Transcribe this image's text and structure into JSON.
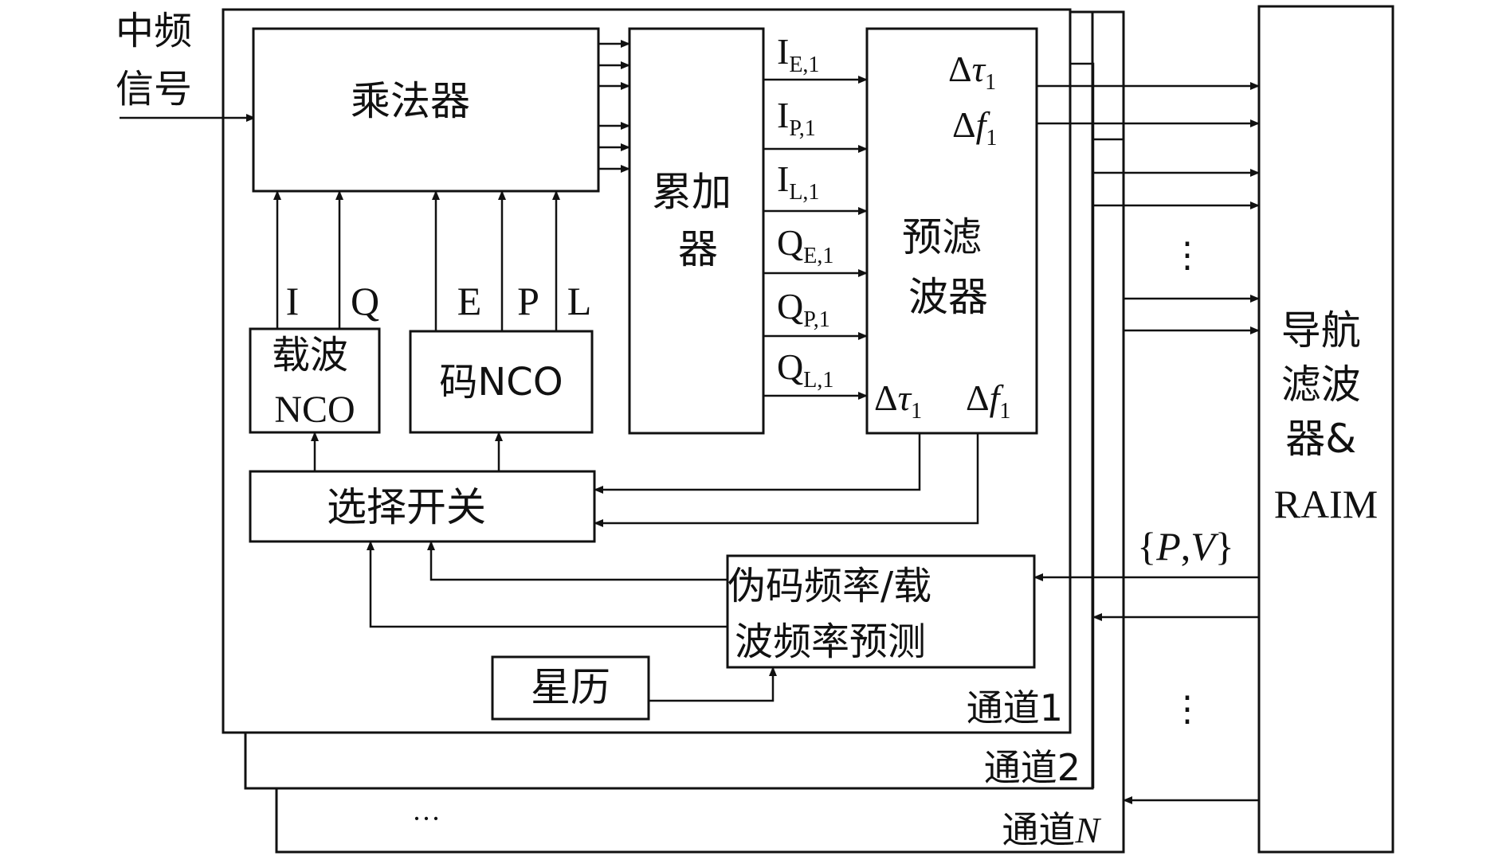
{
  "input_label": {
    "line1": "中频",
    "line2": "信号"
  },
  "channels": {
    "ch1": "通道1",
    "ch2": "通道2",
    "chN_prefix": "通道",
    "chN_var": "N",
    "more": "···"
  },
  "blocks": {
    "multiplier": "乘法器",
    "accumulator": {
      "line1": "累加",
      "line2": "器"
    },
    "prefilter": {
      "line1": "预滤",
      "line2": "波器"
    },
    "carrier_nco": {
      "line1": "载波",
      "line2": "NCO"
    },
    "code_nco": "码NCO",
    "selector": "选择开关",
    "predictor": {
      "line1": "伪码频率/载",
      "line2": "波频率预测"
    },
    "ephemeris": "星历",
    "nav_filter": {
      "line1": "导航",
      "line2": "滤波",
      "line3": "器&",
      "line4": "RAIM"
    }
  },
  "signal_labels": {
    "I": "I",
    "Q": "Q",
    "E": "E",
    "P": "P",
    "L": "L",
    "accum_outputs": [
      {
        "base": "I",
        "sub": "E,1"
      },
      {
        "base": "I",
        "sub": "P,1"
      },
      {
        "base": "I",
        "sub": "L,1"
      },
      {
        "base": "Q",
        "sub": "E,1"
      },
      {
        "base": "Q",
        "sub": "P,1"
      },
      {
        "base": "Q",
        "sub": "L,1"
      }
    ],
    "delta": "Δ",
    "tau": "τ",
    "f": "f",
    "sub1": "1",
    "pv_open": "{",
    "pv_P": "P",
    "pv_comma": ",",
    "pv_V": "V",
    "pv_close": "}",
    "vdots": "⋮"
  },
  "colors": {
    "stroke": "#111111",
    "background": "#ffffff"
  }
}
